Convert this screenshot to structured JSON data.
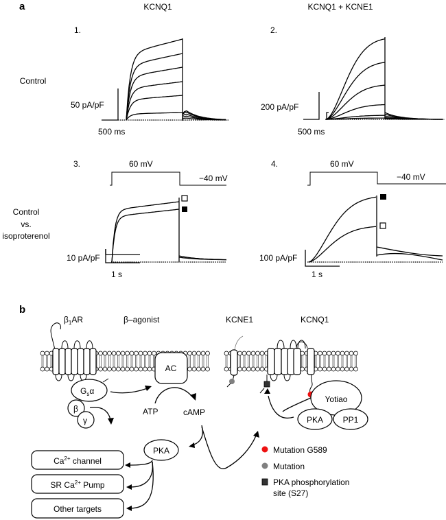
{
  "panel_a": {
    "letter": "a",
    "column_titles": [
      "KCNQ1",
      "KCNQ1 + KCNE1"
    ],
    "row_labels": {
      "control": "Control",
      "comparison": [
        "Control",
        "vs.",
        "isoproterenol"
      ]
    },
    "subpanels": [
      {
        "number": "1.",
        "current_scale": "50 pA/pF",
        "time_scale": "500 ms"
      },
      {
        "number": "2.",
        "current_scale": "200 pA/pF",
        "time_scale": "500 ms"
      },
      {
        "number": "3.",
        "current_scale": "10 pA/pF",
        "time_scale": "1 s",
        "step_voltage": "60 mV",
        "hold_voltage": "−40 mV"
      },
      {
        "number": "4.",
        "current_scale": "100 pA/pF",
        "time_scale": "1 s",
        "step_voltage": "60 mV",
        "hold_voltage": "−40 mV"
      }
    ],
    "markers": {
      "panel3": {
        "upper": "open-square",
        "lower": "filled-square"
      },
      "panel4": {
        "upper": "filled-square",
        "lower": "open-square"
      }
    }
  },
  "panel_b": {
    "letter": "b",
    "labels": {
      "b1ar": "β",
      "b1ar_sub": "1",
      "b1ar_suffix": "AR",
      "agonist": "β–agonist",
      "kcne1": "KCNE1",
      "kcnq1": "KCNQ1",
      "ac": "AC",
      "gs_main": "G",
      "gs_sub": "s",
      "gs_alpha": "α",
      "beta": "β",
      "gamma": "γ",
      "atp": "ATP",
      "camp": "cAMP",
      "pka_cyto": "PKA",
      "yotiao": "Yotiao",
      "pka_complex": "PKA",
      "pp1": "PP1"
    },
    "targets": [
      {
        "pre": "Ca",
        "sup": "2+",
        "post": " channel"
      },
      {
        "pre": "SR Ca",
        "sup": "2+",
        "post": " Pump"
      },
      {
        "pre": "Other targets",
        "sup": "",
        "post": ""
      }
    ],
    "legend": [
      {
        "icon": "red-dot",
        "color": "#ee1111",
        "label": "Mutation G589"
      },
      {
        "icon": "grey-dot",
        "color": "#808080",
        "label": "Mutation"
      },
      {
        "icon": "dark-square",
        "color": "#333333",
        "label": "PKA phosphorylation",
        "label2": "site (S27)"
      }
    ]
  }
}
